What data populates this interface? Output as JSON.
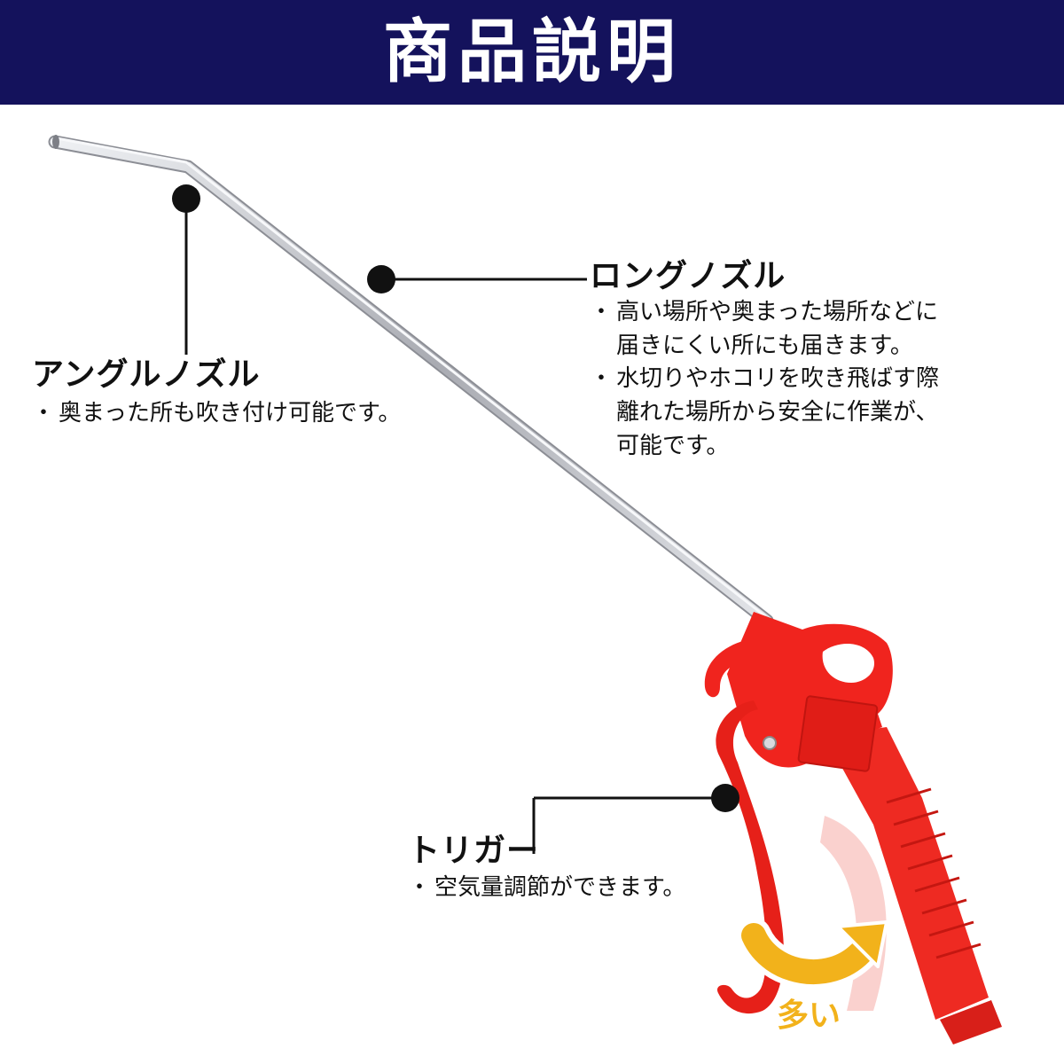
{
  "header": {
    "title": "商品説明"
  },
  "callouts": {
    "angle_nozzle": {
      "label": "アングルノズル",
      "bullets": [
        "奥まった所も吹き付け可能です。"
      ]
    },
    "long_nozzle": {
      "label": "ロングノズル",
      "bullets": [
        "高い場所や奥まった場所などに",
        "届きにくい所にも届きます。",
        "水切りやホコリを吹き飛ばす際",
        "離れた場所から安全に作業が、",
        "可能です。"
      ]
    },
    "trigger": {
      "label": "トリガー",
      "bullets": [
        "空気量調節ができます。"
      ]
    }
  },
  "arrow_label": "多い",
  "colors": {
    "header_bg": "#14125c",
    "gun_red": "#f0241e",
    "arrow_yellow": "#f2b21b",
    "nozzle_silver": "#c9cacf"
  },
  "icons": [
    "air-blow-gun",
    "curved-arrow-icon",
    "callout-dot"
  ]
}
